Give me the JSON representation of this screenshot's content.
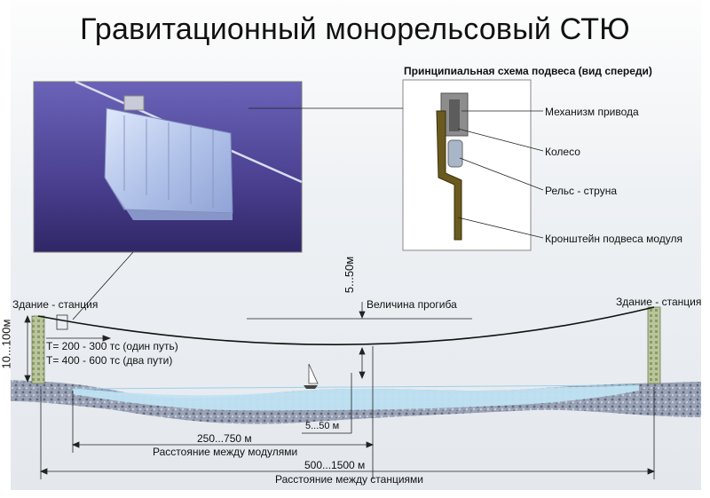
{
  "title": "Гравитационный монорельсовый СТЮ",
  "scheme": {
    "title": "Принципиальная схема подвеса (вид спереди)",
    "labels": {
      "drive": "Механизм привода",
      "wheel": "Колесо",
      "rail": "Рельс - струна",
      "bracket": "Кронштейн подвеса модуля"
    }
  },
  "diagram": {
    "station_left": "Здание - станция",
    "station_right": "Здание - станция",
    "height": "10...100м",
    "sag_range": "5...50м",
    "sag_label": "Величина прогиба",
    "tension_1": "T= 200 - 300 тс (один путь)",
    "tension_2": "T= 400 - 600 тс (два пути)",
    "water_depth": "5...50 м",
    "module_distance_value": "250...750 м",
    "module_distance_label": "Расстояние между модулями",
    "station_distance_value": "500...1500 м",
    "station_distance_label": "Расстояние между станциями"
  },
  "colors": {
    "water": "#bfe3f3",
    "ground": "#8a93a8",
    "bracket": "#6b5a1e",
    "drive": "#8d8d8d",
    "cabin": "#aabde6"
  }
}
